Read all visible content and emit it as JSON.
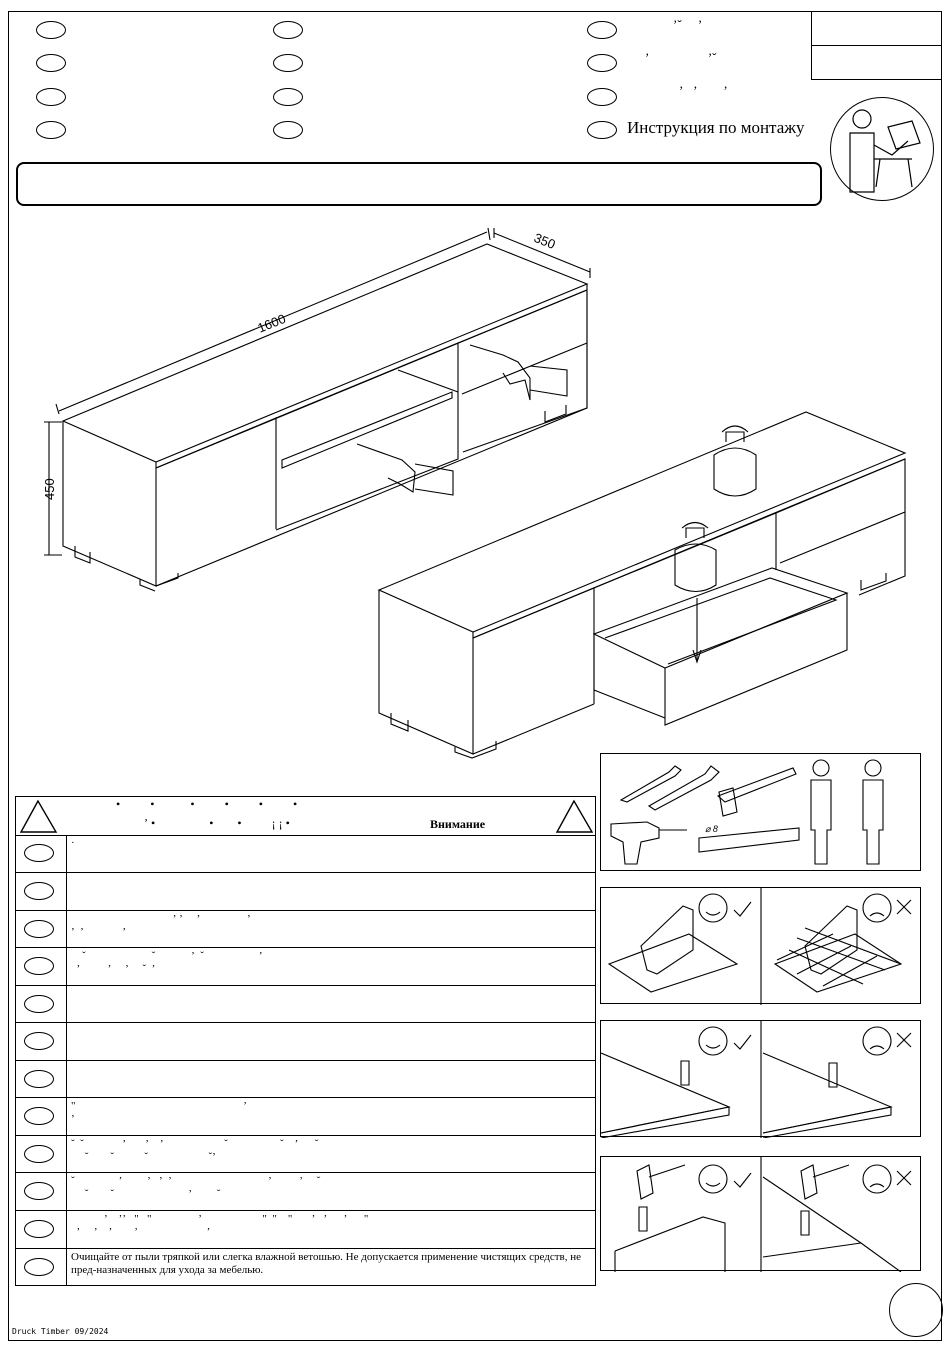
{
  "header": {
    "title": "Инструкция по монтажу",
    "marks_row1": "ʼˇ     ʼ",
    "marks_row2": "ʼ                  ʼˇ",
    "marks_row3": "ʼ   ʼ        ʼ"
  },
  "dimensions": {
    "width": "1600",
    "depth": "350",
    "height": "450"
  },
  "tools": {
    "drill_bit": "⌀ 8"
  },
  "warnings": {
    "header_marks_top": "•          •            •          •          •          •",
    "header_marks_bottom": "ʼ •                  •        •          ¡ ¡ •",
    "title": "Внимание",
    "rows": [
      {
        "text": "·"
      },
      {
        "text": ""
      },
      {
        "text": "                                     ʼ ʼ     ʼ                 ʼ\nʼ  ʼ              ʼ"
      },
      {
        "text": "    ˇ                        ˇ             ʼ  ˇ                    ʼ\n  ʼ          ʼ     ʼ     ˇ  ʼ"
      },
      {
        "text": ""
      },
      {
        "text": ""
      },
      {
        "text": ""
      },
      {
        "text": "\"                                                             ʼ\nʼ"
      },
      {
        "text": "ˇ  ˇ              ʼ       ʼ    ʼ                      ˇ                   ˇ    ʼ      ˇ\n     ˇ        ˇ           ˇ                      ˇʼ"
      },
      {
        "text": "ˇ                ʼ         ʼ   ʼ  ʼ                                   ʼ          ʼ     ˇ\n     ˇ        ˇ                           ʼ         ˇ"
      },
      {
        "text": "            ʼ    ʼʼ   \"   \"                 ʼ                      \"  \"    \"       ʼ   ʼ      ʼ      \"\n  ʼ     ʼ    ʼ        ʼ                         ʼ"
      },
      {
        "text": "Очищайте от пыли тряпкой или слегка влажной ветошью. Не допускается применение чистящих средств, не пред-назначенных для ухода за мебелью."
      }
    ]
  },
  "footer": {
    "print_code": "Druck Timber 09/2024"
  }
}
